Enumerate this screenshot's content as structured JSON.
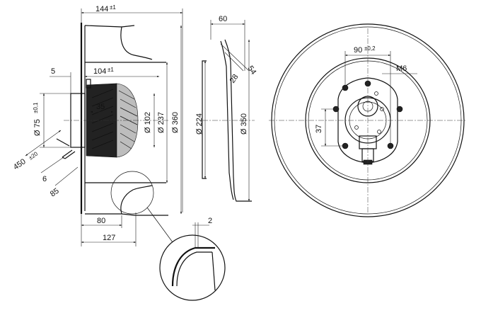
{
  "dimensions": {
    "width_144": "144",
    "tol_144": "±1",
    "offset_5": "5",
    "depth_104": "104",
    "tol_104": "±1",
    "dia_102": "Ø 102",
    "dia_237": "Ø 237",
    "dia_360": "Ø 360",
    "len_35": "35",
    "dia_75": "Ø 75",
    "tol_75": "±0,1",
    "cable_450": "450",
    "tol_450": "±20",
    "len_6": "6",
    "len_85": "85",
    "len_80": "80",
    "len_127": "127",
    "detail_2": "2",
    "side_60": "60",
    "side_54": "54",
    "side_28": "28",
    "dia_224": "Ø 224",
    "dia_350": "Ø 350",
    "hole_90": "90",
    "tol_90": "±0,2",
    "thread_m6": "M6",
    "len_37": "37"
  }
}
